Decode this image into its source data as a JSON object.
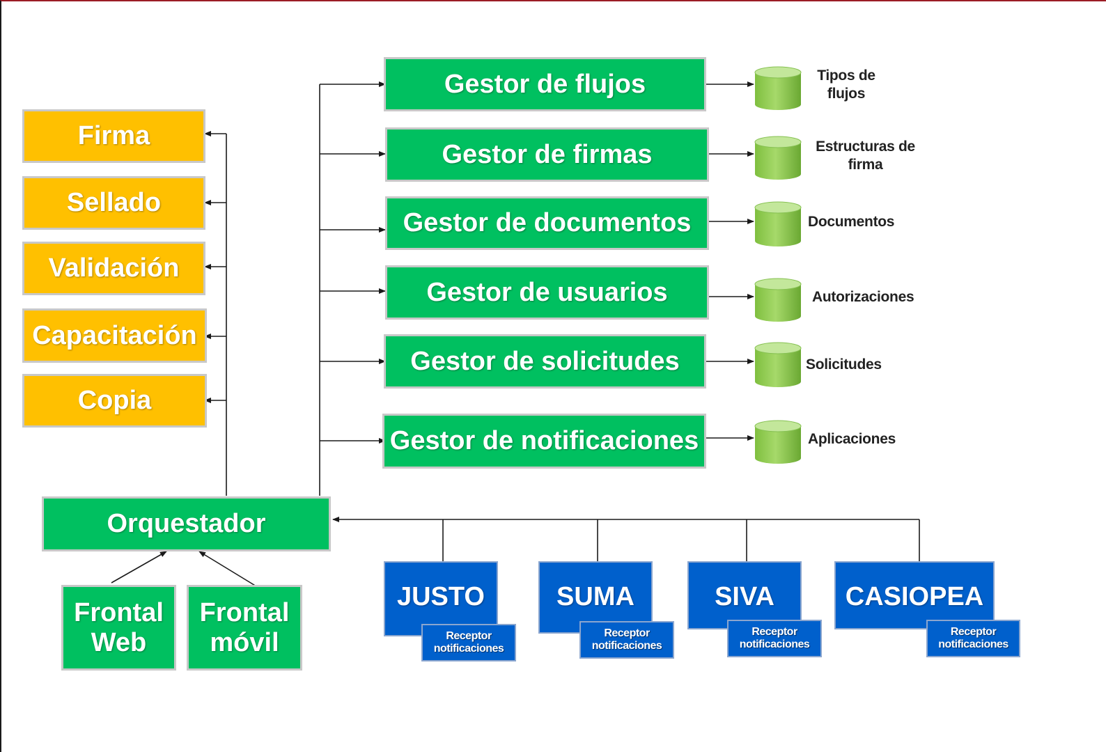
{
  "left_column": {
    "firma": "Firma",
    "sellado": "Sellado",
    "validacion": "Validación",
    "capacitacion": "Capacitación",
    "copia": "Copia"
  },
  "orquestador": "Orquestador",
  "frontal_web": {
    "line1": "Frontal",
    "line2": "Web"
  },
  "frontal_movil": {
    "line1": "Frontal",
    "line2": "móvil"
  },
  "gestores": {
    "flujos": "Gestor de flujos",
    "firmas": "Gestor de firmas",
    "documentos": "Gestor de documentos",
    "usuarios": "Gestor de usuarios",
    "solicitudes": "Gestor de solicitudes",
    "notificaciones": "Gestor de notificaciones"
  },
  "databases": {
    "tipos_flujos": {
      "line1": "Tipos de",
      "line2": "flujos"
    },
    "estructuras_firma": {
      "line1": "Estructuras de",
      "line2": "firma"
    },
    "documentos": "Documentos",
    "autorizaciones": "Autorizaciones",
    "solicitudes": "Solicitudes",
    "aplicaciones": "Aplicaciones"
  },
  "applications": {
    "justo": "JUSTO",
    "suma": "SUMA",
    "siva": "SIVA",
    "casiopea": "CASIOPEA"
  },
  "receptor": {
    "line1": "Receptor",
    "line2": "notificaciones"
  },
  "colors": {
    "yellow": "#ffc000",
    "green": "#00c060",
    "blue": "#0060cc",
    "database": "#92d050",
    "connector": "#1a1a1a"
  }
}
